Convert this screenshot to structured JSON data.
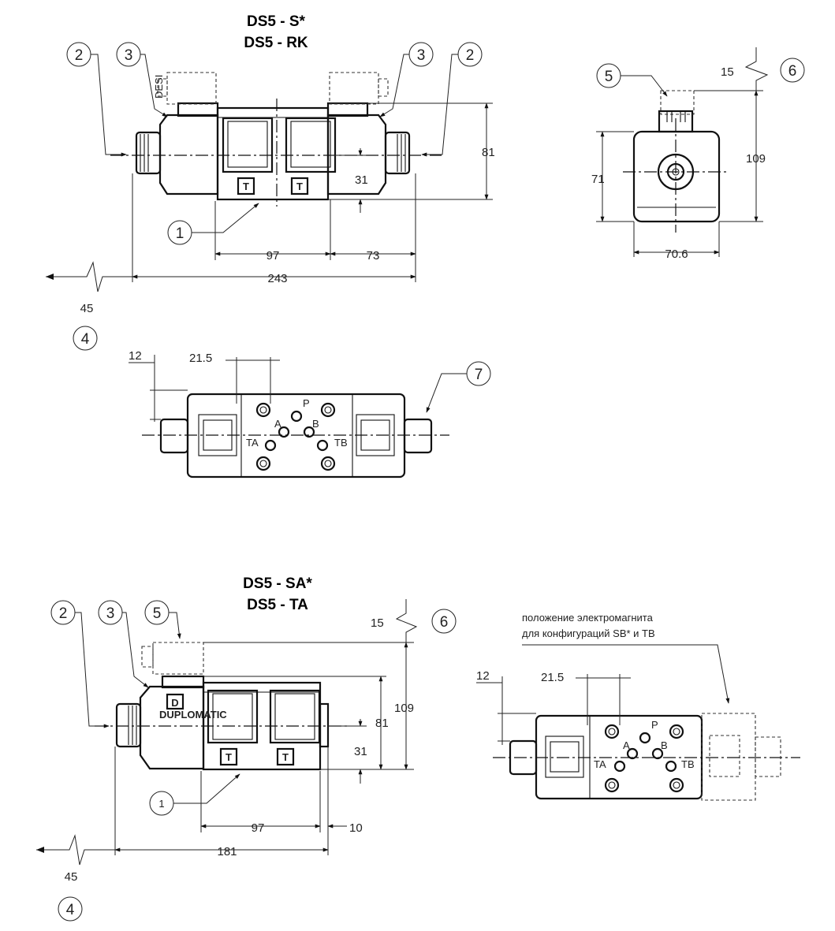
{
  "drawing_top": {
    "title_line1": "DS5 - S*",
    "title_line2": "DS5 - RK",
    "callouts": [
      "1",
      "2",
      "3",
      "4",
      "5",
      "6",
      "7"
    ],
    "dims": {
      "d97": "97",
      "d73": "73",
      "d243": "243",
      "d45": "45",
      "d81": "81",
      "d31": "31",
      "d109": "109",
      "d71": "71",
      "d70_6": "70.6",
      "d15": "15",
      "d12": "12",
      "d21_5": "21.5"
    },
    "ports": {
      "P": "P",
      "A": "A",
      "B": "B",
      "TA": "TA",
      "TB": "TB",
      "T": "T"
    }
  },
  "drawing_bottom": {
    "title_line1": "DS5 - SA*",
    "title_line2": "DS5 - TA",
    "brand": "DUPLOMATIC",
    "dims": {
      "d97": "97",
      "d10": "10",
      "d181": "181",
      "d45": "45",
      "d81": "81",
      "d31": "31",
      "d109": "109",
      "d15": "15",
      "d12": "12",
      "d21_5": "21.5"
    },
    "note_line1": "положение электромагнита",
    "note_line2": "для конфигураций SB* и TB"
  }
}
